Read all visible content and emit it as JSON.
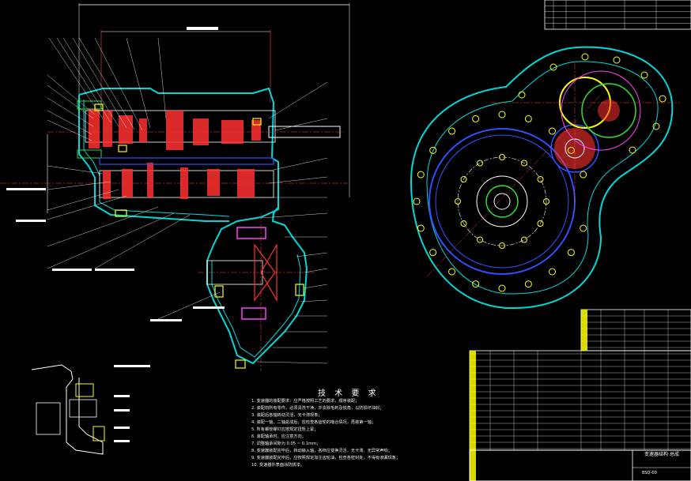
{
  "drawing": {
    "technical_requirements_title": "技 术 要 求",
    "technical_requirements": [
      "1. 变速器的装配要求：应严格按照工艺的要求，顺序装配；",
      "2. 装配前所有零件，必须清洗干净，并去除毛刺及锐角，以防损坏油封；",
      "3. 装配后各轴转动灵活，无卡滞现象；",
      "4. 装配一轴、二轴总成后，应检查各齿轮的啮合情况，再装第一轴；",
      "5. 所有螺栓螺钉应按规定扭矩上紧；",
      "6. 装配轴承时，应注意方向；",
      "7. 调整轴承间隙为 0.05 ~ 0.1mm；",
      "8. 变速器装配完毕后，转动输入轴，各档位变换灵活，无卡滞、无异常声响；",
      "9. 变速器装配完毕后，应按照规定加注齿轮油，检查各密封处，不得有渗漏现象；",
      "10. 变速器外表面涂防锈漆。"
    ],
    "title_block_name": "变速器结构 总成",
    "drawing_code": "BSQ-00",
    "colors": {
      "background": "#000000",
      "outline": "#ffffff",
      "housing": "#00d8d8",
      "gear_red": "#ff3030",
      "gear_yellow": "#ffff00",
      "gear_magenta": "#ff40ff",
      "shaft_blue": "#3050ff",
      "shaft_green": "#30e030"
    }
  }
}
